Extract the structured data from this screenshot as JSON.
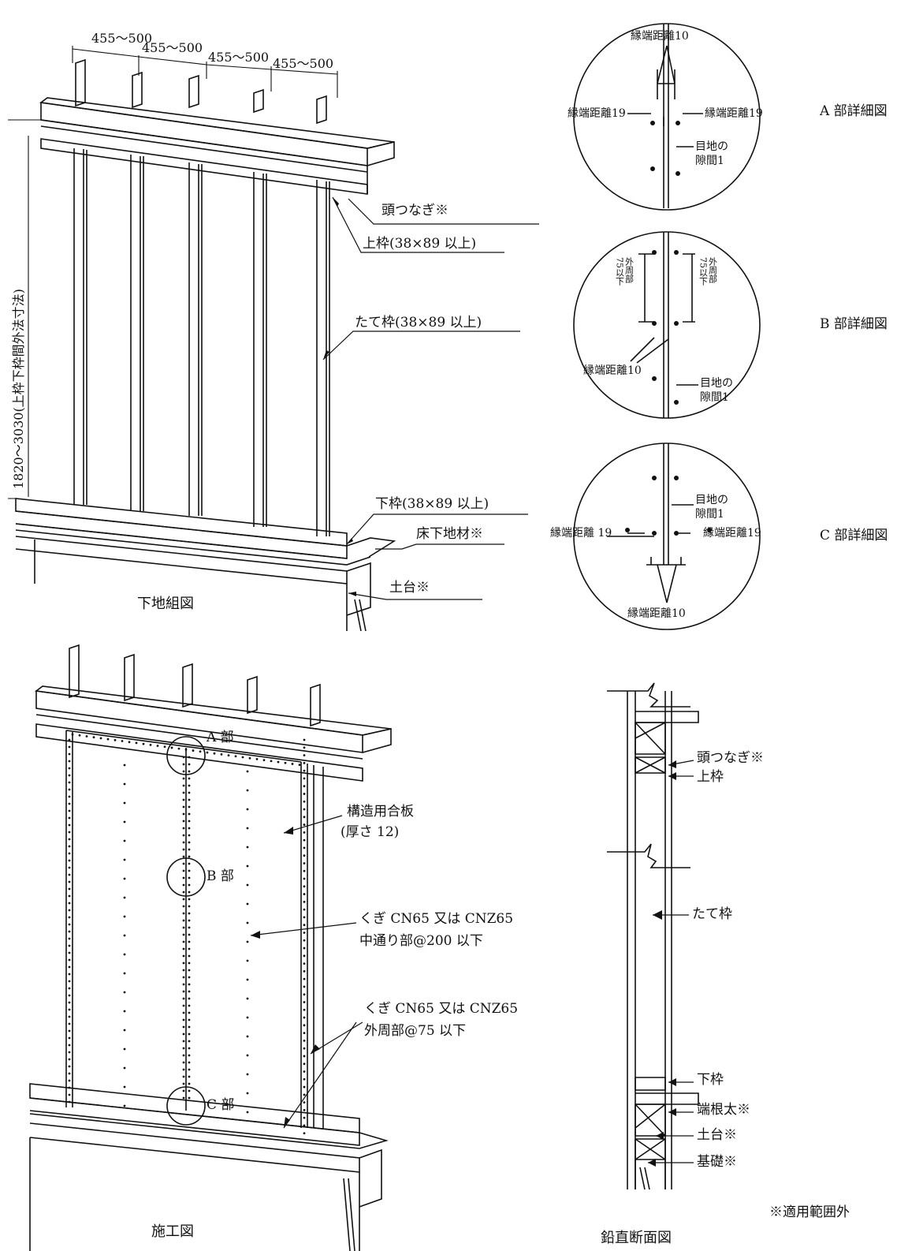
{
  "frame": {
    "dims": [
      "455～500",
      "455～500",
      "455～500",
      "455～500"
    ],
    "height_dim": "1820～3030(上枠下枠間外法寸法)",
    "caption": "下地組図",
    "labels": {
      "head_tie": "頭つなぎ※",
      "top_plate": "上枠(38×89 以上)",
      "stud": "たて枠(38×89 以上)",
      "bottom_plate": "下枠(38×89 以上)",
      "floor_base": "床下地材※",
      "sill": "土台※"
    }
  },
  "details": {
    "a": {
      "title": "A 部詳細図",
      "edge_top": "縁端距離10",
      "edge_left": "縁端距離19",
      "edge_right": "縁端距離19",
      "gap_1": "目地の",
      "gap_2": "隙間1"
    },
    "b": {
      "title": "B 部詳細図",
      "perim_left_1": "外周部",
      "perim_left_2": "75以下",
      "perim_right_1": "外周部",
      "perim_right_2": "75以下",
      "edge": "縁端距離10",
      "gap_1": "目地の",
      "gap_2": "隙間1"
    },
    "c": {
      "title": "C 部詳細図",
      "gap_1": "目地の",
      "gap_2": "隙間1",
      "edge_left": "縁端距離 19",
      "edge_right": "縁端距離19",
      "edge_bottom": "縁端距離10"
    }
  },
  "construction": {
    "caption": "施工図",
    "part_a": "A 部",
    "part_b": "B 部",
    "part_c": "C 部",
    "plywood_1": "構造用合板",
    "plywood_2": "(厚さ 12)",
    "nail_inner_1": "くぎ CN65 又は CNZ65",
    "nail_inner_2": "中通り部@200 以下",
    "nail_outer_1": "くぎ CN65 又は CNZ65",
    "nail_outer_2": "外周部@75 以下"
  },
  "section": {
    "caption": "鉛直断面図",
    "head_tie": "頭つなぎ※",
    "top_plate": "上枠",
    "stud": "たて枠",
    "bottom_plate": "下枠",
    "rim_joist": "端根太※",
    "sill": "土台※",
    "foundation": "基礎※"
  },
  "footnote": "※適用範囲外"
}
